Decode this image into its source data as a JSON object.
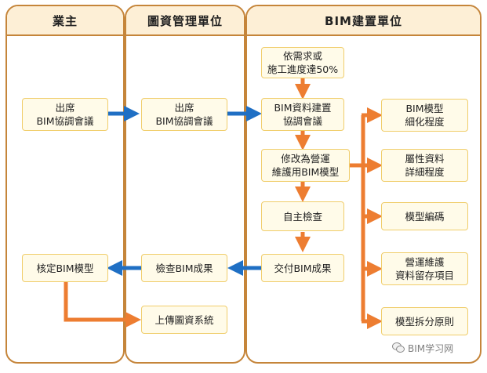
{
  "lanes": {
    "owner": "業主",
    "management": "圖資管理單位",
    "bim": "BIM建置單位"
  },
  "nodes": {
    "owner_attend": "出席\nBIM協調會議",
    "owner_approve": "核定BIM模型",
    "mgmt_attend": "出席\nBIM協調會議",
    "mgmt_check": "檢查BIM成果",
    "mgmt_upload": "上傳圖資系統",
    "bim_trigger": "依需求或\n施工進度達50%",
    "bim_meeting": "BIM資料建置\n協調會議",
    "bim_modify": "修改為營運\n維護用BIM模型",
    "bim_selfcheck": "自主檢查",
    "bim_deliver": "交付BIM成果",
    "spec_detail": "BIM模型\n細化程度",
    "spec_attr": "屬性資料\n詳細程度",
    "spec_code": "模型編碼",
    "spec_retain": "營運維護\n資料留存項目",
    "spec_split": "模型拆分原則"
  },
  "watermark": "BIM学习网",
  "colors": {
    "lane_border": "#c5853a",
    "header_fill": "#fdefd6",
    "node_border": "#f0cd6a",
    "node_fill": "#fffbe9",
    "blue_arrow": "#1f6fc4",
    "orange_arrow": "#ed7d31"
  }
}
